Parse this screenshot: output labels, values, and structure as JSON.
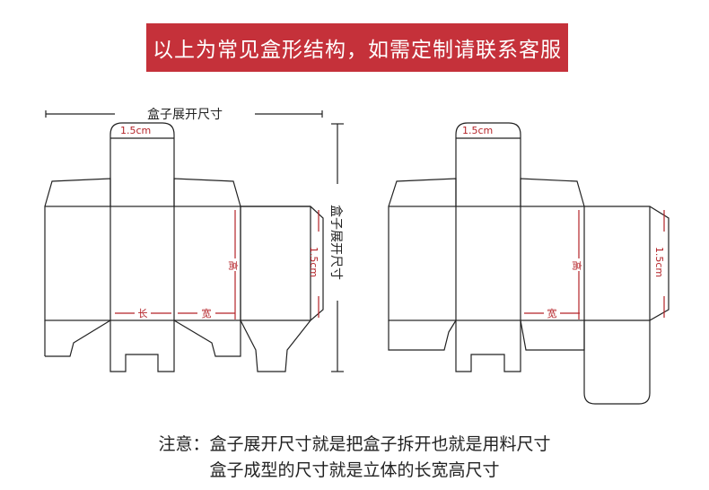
{
  "banner": {
    "title": "以上为常见盒形结构，如需定制请联系客服",
    "color": "#c5313a"
  },
  "left_box": {
    "top_dimension_label": "盒子展开尺寸",
    "side_dimension_label": "盒子展开尺寸",
    "tab_label": "1.5cm",
    "height_label": "高",
    "length_label": "长",
    "width_label": "宽",
    "side_tab_label": "1.5cm"
  },
  "right_box": {
    "tab_label": "1.5cm",
    "height_label": "高",
    "width_label": "宽",
    "side_tab_label": "1.5cm"
  },
  "notes": {
    "line1": "注意：盒子展开尺寸就是把盒子拆开也就是用料尺寸",
    "line2": "盒子成型的尺寸就是立体的长宽高尺寸"
  },
  "colors": {
    "accent_red": "#b42328",
    "line": "#222222"
  }
}
